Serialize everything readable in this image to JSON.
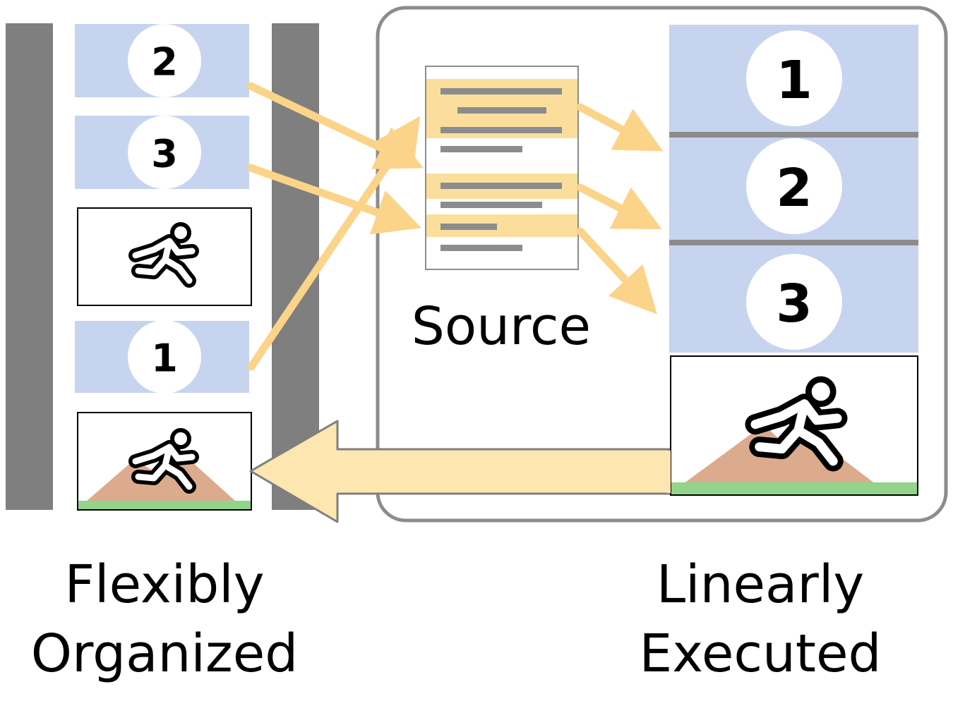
{
  "left_notebook": {
    "cells": [
      {
        "type": "code",
        "number": "2"
      },
      {
        "type": "code",
        "number": "3"
      },
      {
        "type": "output",
        "icon": "runner-icon"
      },
      {
        "type": "code",
        "number": "1"
      },
      {
        "type": "output",
        "icon": "runner-mountain-icon"
      }
    ],
    "caption_line1": "Flexibly",
    "caption_line2": "Organized"
  },
  "source": {
    "label": "Source"
  },
  "right_notebook": {
    "cells": [
      {
        "type": "code",
        "number": "1"
      },
      {
        "type": "code",
        "number": "2"
      },
      {
        "type": "code",
        "number": "3"
      },
      {
        "type": "output",
        "icon": "runner-mountain-icon"
      }
    ],
    "caption_line1": "Linearly",
    "caption_line2": "Executed"
  },
  "colors": {
    "cell_fill": "#c7d4ef",
    "bar_gray": "#7f7f7f",
    "arrow": "#fbe0a0",
    "arrow_stroke": "#7f7f7f",
    "highlight": "#fbde9c",
    "mountain": "#dcaa8c",
    "grass": "#92d48c",
    "frame": "#8c8c8c"
  }
}
